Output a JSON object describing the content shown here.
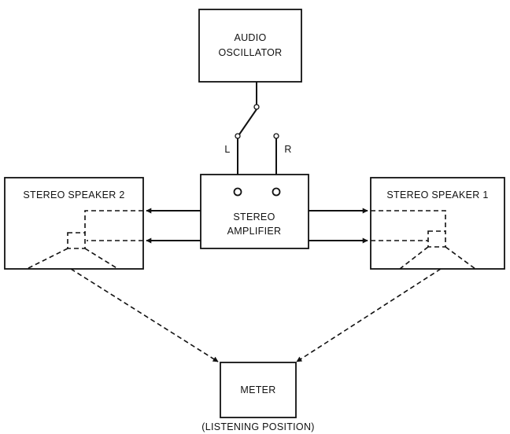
{
  "blocks": {
    "oscillator": {
      "line1": "AUDIO",
      "line2": "OSCILLATOR"
    },
    "amplifier": {
      "line1": "STEREO",
      "line2": "AMPLIFIER"
    },
    "speaker_left": {
      "label": "STEREO SPEAKER 2"
    },
    "speaker_right": {
      "label": "STEREO SPEAKER 1"
    },
    "meter": {
      "label": "METER",
      "caption": "(LISTENING POSITION)"
    }
  },
  "switch": {
    "left_label": "L",
    "right_label": "R"
  },
  "colors": {
    "ink": "#111111",
    "background": "#ffffff"
  }
}
